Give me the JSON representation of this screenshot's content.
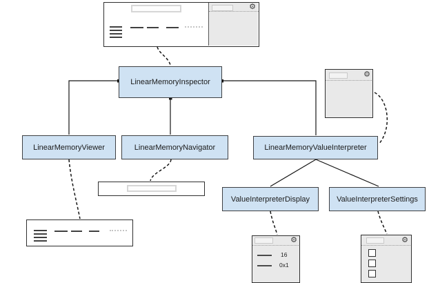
{
  "diagram": {
    "nodes": [
      {
        "id": "linear-memory-inspector",
        "label": "LinearMemoryInspector"
      },
      {
        "id": "linear-memory-viewer",
        "label": "LinearMemoryViewer"
      },
      {
        "id": "linear-memory-navigator",
        "label": "LinearMemoryNavigator"
      },
      {
        "id": "linear-memory-value-interpreter",
        "label": "LinearMemoryValueInterpreter"
      },
      {
        "id": "value-interpreter-display",
        "label": "ValueInterpreterDisplay"
      },
      {
        "id": "value-interpreter-settings",
        "label": "ValueInterpreterSettings"
      }
    ],
    "edges": [
      {
        "from": "LinearMemoryInspector",
        "to": "LinearMemoryViewer",
        "style": "solid"
      },
      {
        "from": "LinearMemoryInspector",
        "to": "LinearMemoryNavigator",
        "style": "solid"
      },
      {
        "from": "LinearMemoryInspector",
        "to": "LinearMemoryValueInterpreter",
        "style": "solid"
      },
      {
        "from": "LinearMemoryValueInterpreter",
        "to": "ValueInterpreterDisplay",
        "style": "solid"
      },
      {
        "from": "LinearMemoryValueInterpreter",
        "to": "ValueInterpreterSettings",
        "style": "solid"
      },
      {
        "from": "inspector-ui-mockup",
        "to": "LinearMemoryInspector",
        "style": "dashed"
      },
      {
        "from": "LinearMemoryViewer",
        "to": "viewer-ui-mockup",
        "style": "dashed"
      },
      {
        "from": "LinearMemoryNavigator",
        "to": "navigator-ui-mockup",
        "style": "dashed"
      },
      {
        "from": "interpreter-ui-mockup",
        "to": "LinearMemoryValueInterpreter",
        "style": "dashed"
      },
      {
        "from": "ValueInterpreterDisplay",
        "to": "display-ui-mockup",
        "style": "dashed"
      },
      {
        "from": "ValueInterpreterSettings",
        "to": "settings-ui-mockup",
        "style": "dashed"
      }
    ]
  },
  "mockups": {
    "display_mockup": {
      "rows": [
        {
          "value": "16"
        },
        {
          "value": "0x1"
        }
      ]
    }
  },
  "icons": {
    "gear": "⚙"
  },
  "colors": {
    "node_fill": "#cfe2f3",
    "node_border": "#3d3f42",
    "outline": "#2e2e2e",
    "panel_gray": "#e9e9e9",
    "connector": "#141414"
  }
}
